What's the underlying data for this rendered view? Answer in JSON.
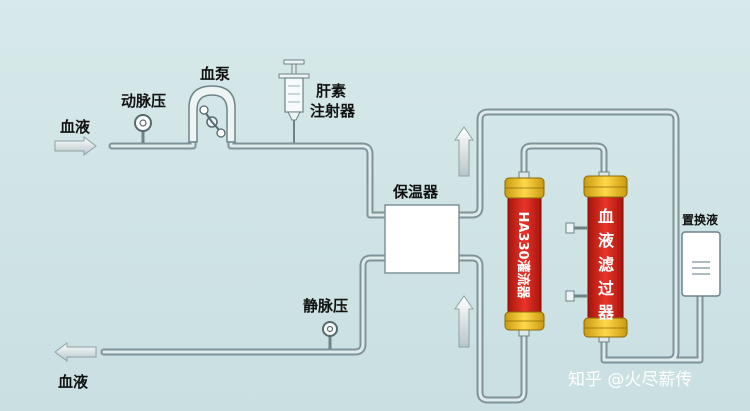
{
  "labels": {
    "blood_in": "血液",
    "arterial_pressure": "动脉压",
    "blood_pump": "血泵",
    "heparin_line1": "肝素",
    "heparin_line2": "注射器",
    "warmer": "保温器",
    "venous_pressure": "静脉压",
    "blood_out": "血液",
    "replacement_fluid": "置换液",
    "adsorber": "HA330灌流器",
    "filter": "血液滤过器"
  },
  "watermark": "知乎 @火尽薪传",
  "colors": {
    "background": "#cfe3e5",
    "tube": "#9fb3b8",
    "cartridge_red": "#d9261c",
    "cartridge_cap": "#f2c21b"
  }
}
